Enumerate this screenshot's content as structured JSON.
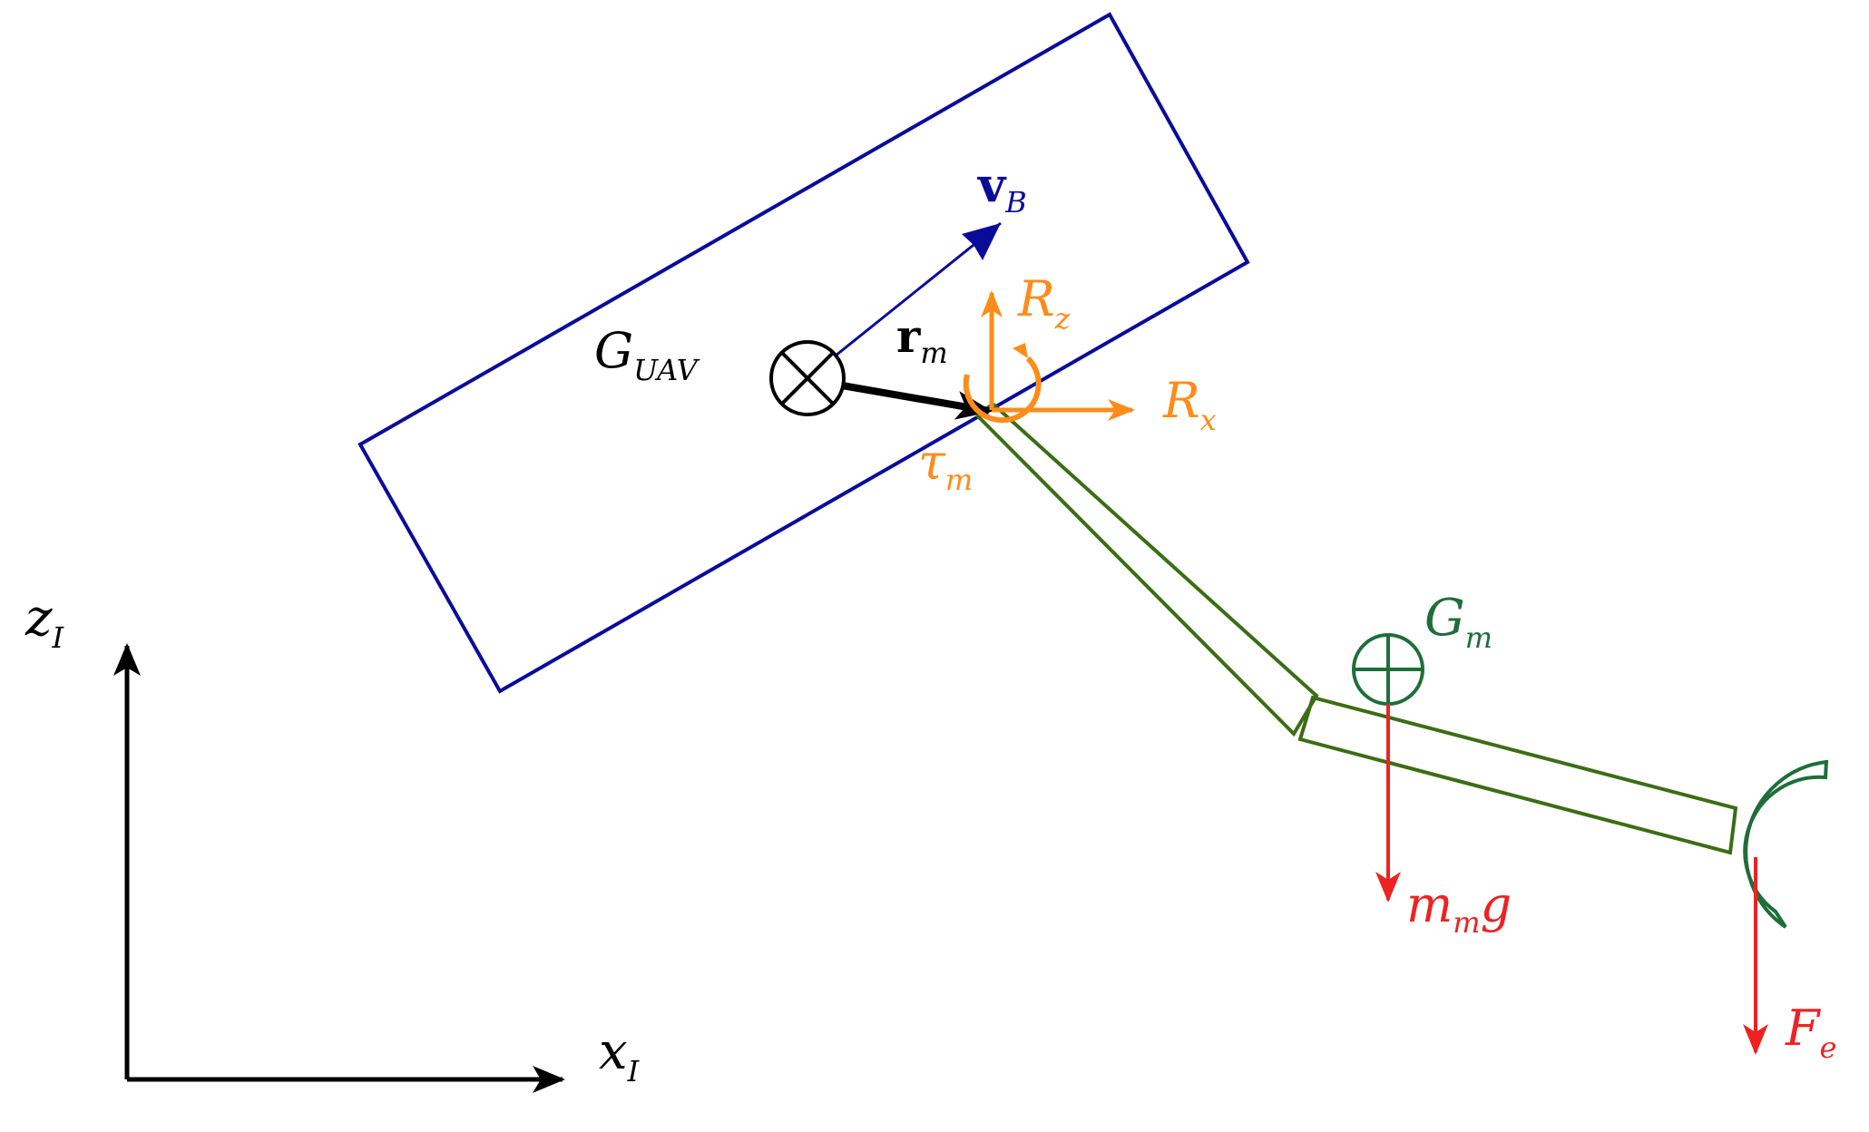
{
  "colors": {
    "uav_body": "#0b0b9a",
    "velocity": "#0b0b9a",
    "arm": "#3b6e14",
    "arm_com": "#1f6e3a",
    "reaction": "#ff8c1a",
    "force": "#ee2222",
    "axes": "#000000"
  },
  "labels": {
    "v_main": "v",
    "v_sub": "B",
    "guav_main": "G",
    "guav_sub": "UAV",
    "rm_main": "r",
    "rm_sub": "m",
    "rz_main": "R",
    "rz_sub": "z",
    "rx_main": "R",
    "rx_sub": "x",
    "tau_main": "τ",
    "tau_sub": "m",
    "gm_main": "G",
    "gm_sub": "m",
    "mmg_main": "m",
    "mmg_sub": "m",
    "mmg_tail": "g",
    "fe_main": "F",
    "fe_sub": "e",
    "zi_main": "z",
    "zi_sub": "I",
    "xi_main": "x",
    "xi_sub": "I"
  },
  "icons": {
    "uav_com": "circle-cross-icon",
    "arm_com": "circle-plus-icon"
  }
}
